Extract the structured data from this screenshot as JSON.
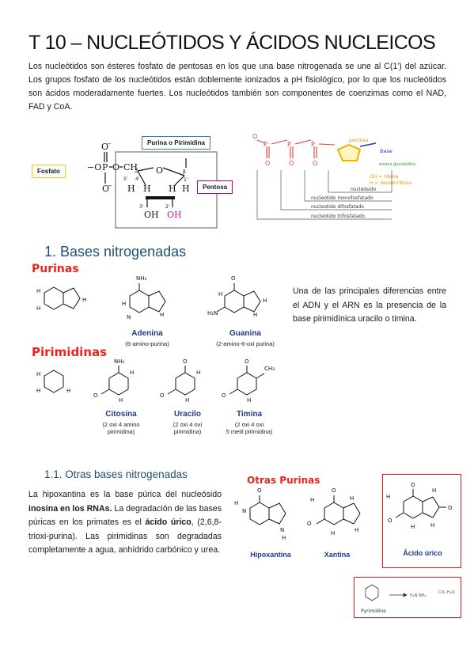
{
  "title": "T 10 – NUCLEÓTIDOS Y ÁCIDOS NUCLEICOS",
  "intro": "Los nucleótidos son ésteres fosfato de pentosas en los que una base nitrogenada se une al C(1') del azúcar. Los grupos fosfato de los nucleótidos están doblemente ionizados a pH fisiológico, por lo que los nucleótidos son ácidos moderadamente fuertes. Los nucleótidos también son componentes de coenzimas como el NAD, FAD y CoA.",
  "nucleotide_figure": {
    "label_base": "Purina o Pirimidina",
    "label_phosphate": "Fosfato",
    "label_pentose": "Pentosa",
    "label_colors": {
      "base": "#4472c4",
      "phosphate": "#f5c518",
      "pentose": "#c00080"
    }
  },
  "nucleotide_detail": {
    "pentosa": "pentosa",
    "base": "Base",
    "enlace": "enlace glucosídico",
    "oh_ribosa": "OH = ribosa",
    "h_desoxi": "H = desoxirribosa",
    "nucleosido": "nucleósido",
    "mono": "nucleotido monofosfatado",
    "di": "nucleotido difosfatado",
    "tri": "nucleotido trifosfatado"
  },
  "section1": {
    "heading": "1.  Bases nitrogenadas"
  },
  "bases_figure": {
    "purinas_label": "Purinas",
    "pirimidinas_label": "Pirimidinas",
    "adenina": {
      "name": "Adenina",
      "sub": "(6-amino-purina)"
    },
    "guanina": {
      "name": "Guanina",
      "sub": "(2-amino-6-oxi purina)"
    },
    "citosina": {
      "name": "Citosina",
      "sub1": "(2 oxi 4 amino",
      "sub2": "pirimidina)"
    },
    "uracilo": {
      "name": "Uracilo",
      "sub1": "(2 oxi 4 oxi",
      "sub2": "pirimidina)"
    },
    "timina": {
      "name": "Timina",
      "sub1": "(2 oxi 4 oxi",
      "sub2": "5 metil pirimidina)"
    }
  },
  "side_text": "Una de las principales diferencias entre el ADN y el ARN es la presencia de la base pirimidínica uracilo o timina.",
  "section11": {
    "heading": "1.1.   Otras bases nitrogenadas"
  },
  "body2": {
    "p1": "La hipoxantina es la base púrica del nucleósido ",
    "b1": "inosina en los RNAs.",
    "p2": " La degradación de las bases púricas en los primates es el ",
    "b2": "ácido úrico",
    "p3": ", (2,6,8-trioxi-purina).   Las pirimidinas son degradadas completamente a agua, anhídrido carbónico y urea."
  },
  "otras_purinas": {
    "title": "Otras Purinas",
    "hipoxantina": "Hipoxantina",
    "xantina": "Xantina",
    "acido_urico": "Ácido úrico"
  },
  "pyrimidine_degradation": {
    "label": "Pyrimidine"
  }
}
